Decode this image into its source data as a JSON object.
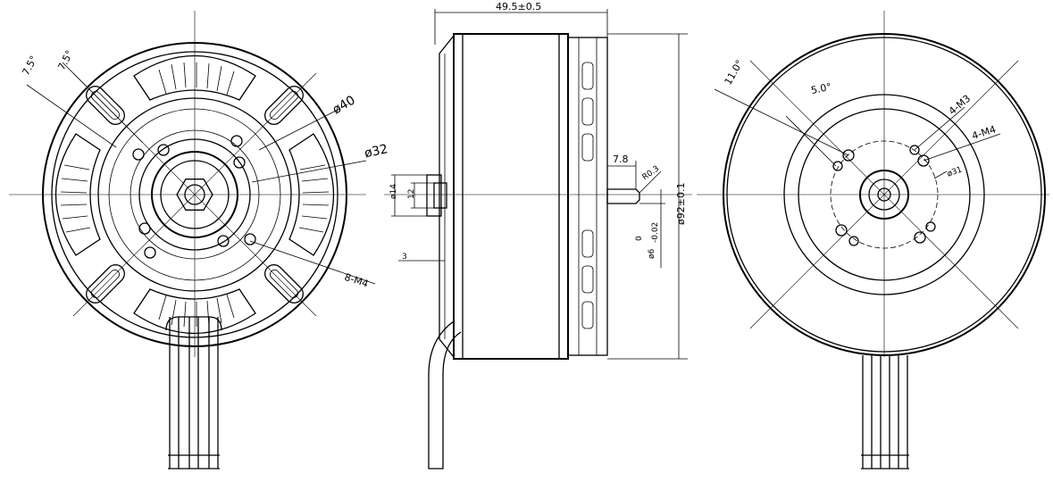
{
  "front_view": {
    "angle_a": "7.5°",
    "angle_b": "7.5°",
    "dia_outer_bolt": "ø40",
    "dia_inner_bolt": "ø32",
    "bolt_spec": "8-M4"
  },
  "side_view": {
    "length": "49.5±0.5",
    "shaft_dia": "ø14",
    "shaft_step": "12",
    "flange_thk": "3",
    "shaft_len": "7.8",
    "fillet": "R0.3",
    "body_dia": "ø92±0.1",
    "shaft_tip_dia": "ø6",
    "shaft_tip_tol_upper": "0",
    "shaft_tip_tol_lower": "-0.02"
  },
  "rear_view": {
    "angle_a": "11.0°",
    "angle_b": "5.0°",
    "m3_spec": "4-M3",
    "m4_spec": "4-M4",
    "pcd": "ø31"
  }
}
